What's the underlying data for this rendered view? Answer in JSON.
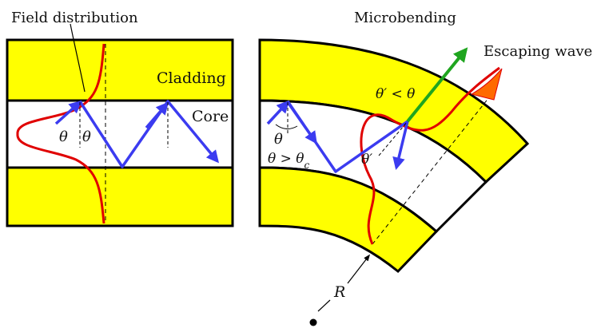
{
  "left_panel": {
    "title": "Field distribution",
    "cladding_label": "Cladding",
    "core_label": "Core",
    "angle_left": "θ",
    "angle_right": "θ"
  },
  "right_panel": {
    "title": "Microbending",
    "escaping_label": "Escaping wave",
    "angle_condition": "θ′ < θ",
    "angle_theta": "θ",
    "angle_critical": "θ > θ",
    "angle_critical_sub": "c",
    "angle_prime": "θ′",
    "radius_label": "R"
  },
  "colors": {
    "cladding": "#ffff00",
    "core": "#ffffff",
    "outline": "#000000",
    "ray": "#3b3bf0",
    "field": "#e00000",
    "escape": "#1fa51f",
    "escape_tip": "#ff6a00"
  }
}
